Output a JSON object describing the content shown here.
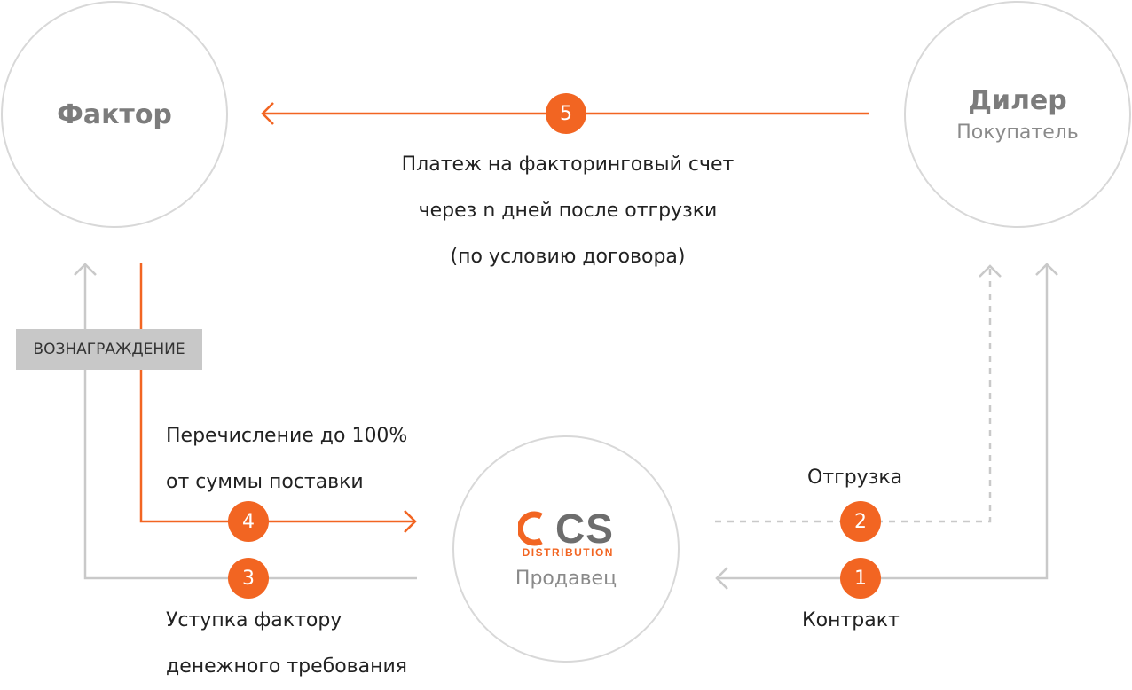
{
  "nodes": {
    "factor": {
      "name": "Фактор"
    },
    "dealer": {
      "name": "Дилер",
      "role": "Покупатель"
    },
    "seller": {
      "role": "Продавец",
      "logo_main": "CS",
      "logo_sub": "DISTRIBUTION"
    }
  },
  "flows": [
    {
      "step": "5",
      "lines": [
        "Платеж на факторинговый счет",
        "через n дней после отгрузки",
        "(по условию договора)"
      ]
    },
    {
      "step": "4",
      "lines": [
        "Перечисление до 100%",
        "от суммы поставки"
      ]
    },
    {
      "step": "3",
      "lines": [
        "Уступка фактору",
        "денежного требования"
      ]
    },
    {
      "step": "2",
      "lines": [
        "Отгрузка"
      ]
    },
    {
      "step": "1",
      "lines": [
        "Контракт"
      ]
    }
  ],
  "tag": "ВОЗНАГРАЖДЕНИЕ",
  "colors": {
    "accent": "#f26522",
    "line": "#c9c9c9",
    "circle": "#d8d8d8"
  }
}
